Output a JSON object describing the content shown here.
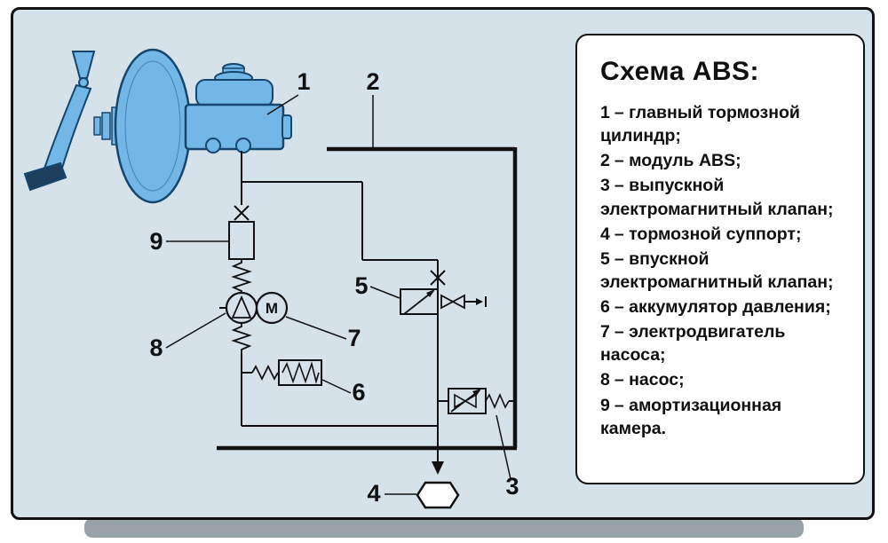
{
  "legend": {
    "title": "Схема ABS:",
    "items": [
      {
        "num": "1",
        "text": "– главный тормозной цилиндр;"
      },
      {
        "num": "2",
        "text": "– модуль ABS;"
      },
      {
        "num": "3",
        "text": "– выпускной электромагнитный клапан;"
      },
      {
        "num": "4",
        "text": "– тормозной суппорт;"
      },
      {
        "num": "5",
        "text": "– впускной электромагнитный клапан;"
      },
      {
        "num": "6",
        "text": "– аккумулятор давления;"
      },
      {
        "num": "7",
        "text": "– электродвигатель насоса;"
      },
      {
        "num": "8",
        "text": "– насос;"
      },
      {
        "num": "9",
        "text": "– амортизационная камера."
      }
    ]
  },
  "diagram": {
    "motor_label": "M",
    "labels": [
      {
        "text": "1"
      },
      {
        "text": "2"
      },
      {
        "text": "3"
      },
      {
        "text": "4"
      },
      {
        "text": "5"
      },
      {
        "text": "6"
      },
      {
        "text": "7"
      },
      {
        "text": "8"
      },
      {
        "text": "9"
      }
    ],
    "colors": {
      "background": "#d5e2e9",
      "component_fill": "#72b7e5",
      "component_stroke": "#16466e",
      "line": "#111111",
      "legend_background": "#ffffff"
    }
  }
}
